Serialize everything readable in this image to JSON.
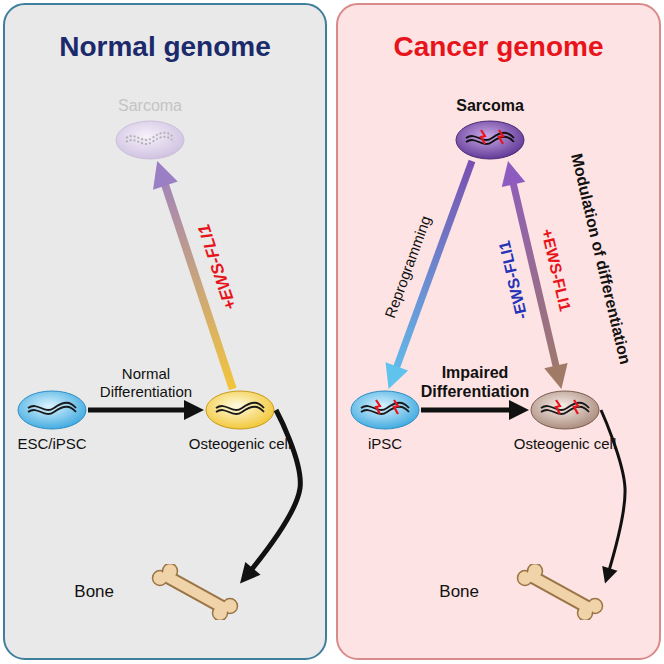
{
  "diagram": {
    "nodes": [
      {
        "text": [
          "Normal genome"
        ]
      },
      {
        "text": [
          "Sarcoma"
        ],
        "in": 0
      },
      {
        "text": [
          "ESC/iPSC"
        ],
        "in": 0
      },
      {
        "text": [
          "Osteogenic cell"
        ],
        "in": 0
      },
      {
        "text": [
          "Bone"
        ],
        "in": 0
      },
      {
        "text": [
          "Cancer genome"
        ]
      },
      {
        "text": [
          "Sarcoma"
        ],
        "in": 5
      },
      {
        "text": [
          "iPSC"
        ],
        "in": 5
      },
      {
        "text": [
          "Osteogenic cell"
        ],
        "in": 5
      },
      {
        "text": [
          "Bone"
        ],
        "in": 5
      }
    ],
    "edges": [
      {
        "from": 3,
        "to": 1,
        "label": "+EWS-FLI1",
        "arrow": "to"
      },
      {
        "from": 2,
        "to": 3,
        "label": "Normal Differentiation",
        "arrow": "to"
      },
      {
        "from": 3,
        "to": 4,
        "arrow": "to"
      },
      {
        "from": 6,
        "to": 7,
        "label": "Reprogramming",
        "arrow": "to"
      },
      {
        "from": 7,
        "to": 8,
        "label": "Impaired Differentiation",
        "arrow": "to"
      },
      {
        "from": 8,
        "to": 6,
        "label": "+EWS-FLI1",
        "arrow": "both"
      },
      {
        "from": 8,
        "to": 9,
        "arrow": "to"
      }
    ],
    "labels": [
      "-EWS-FLI1",
      "Modulation of differentiation"
    ]
  }
}
